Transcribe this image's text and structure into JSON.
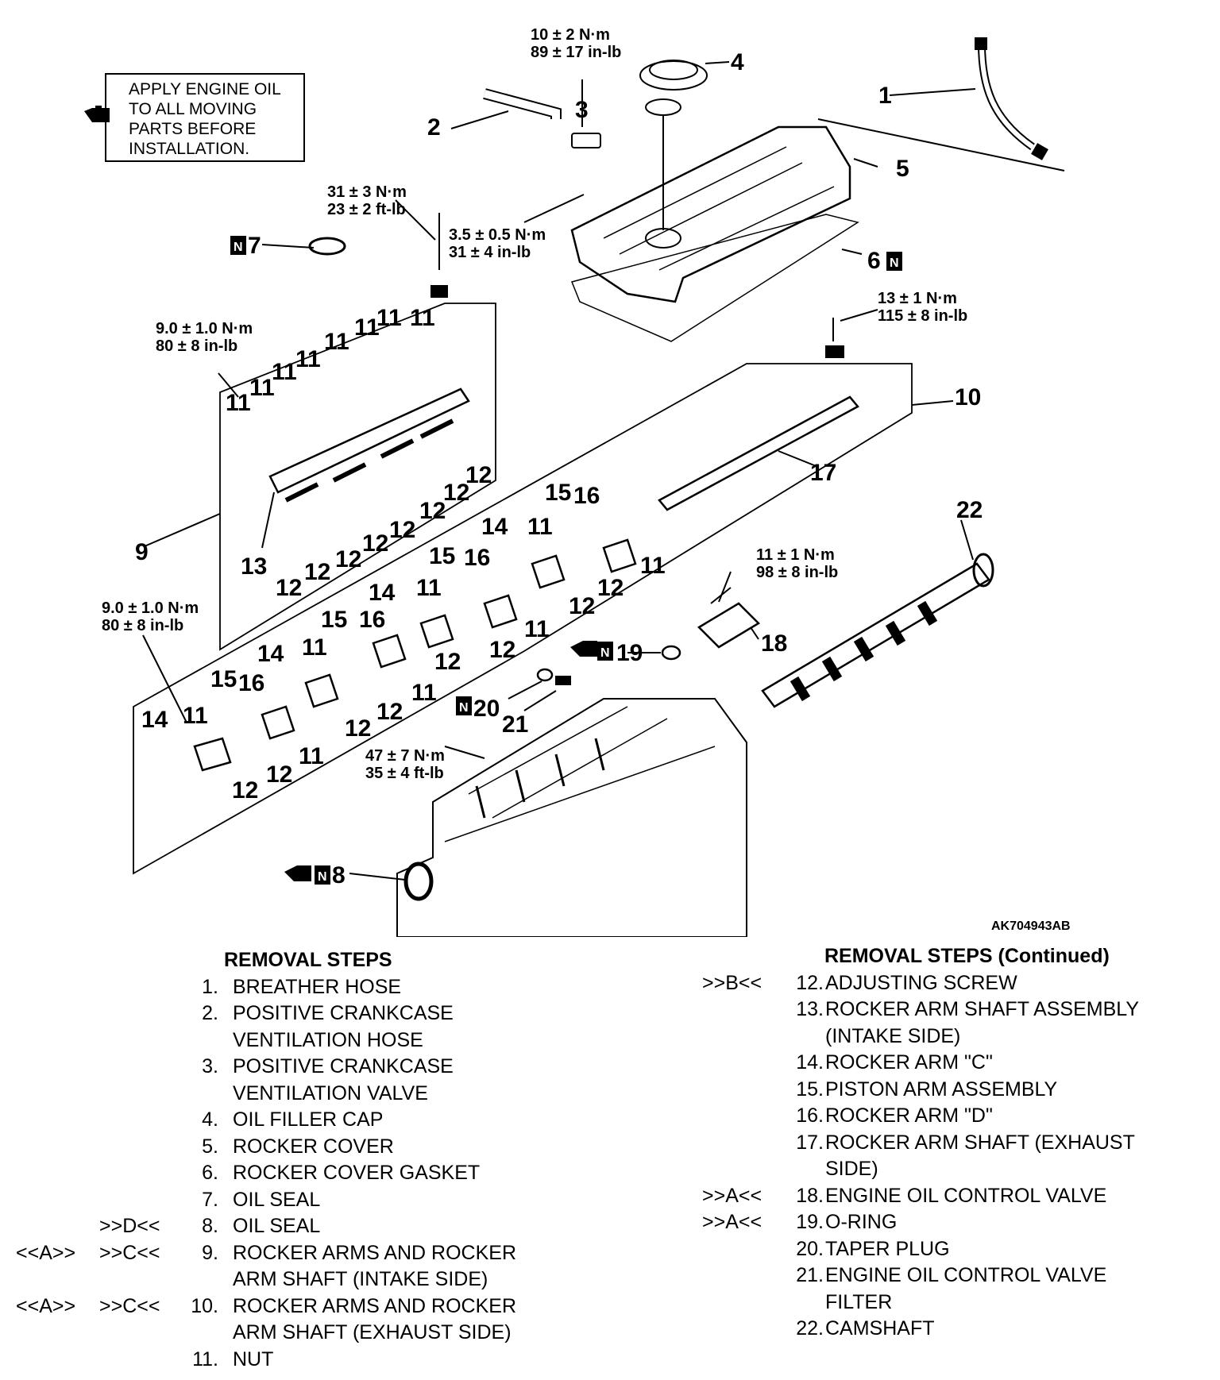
{
  "note": {
    "lines": [
      "APPLY ENGINE OIL",
      "TO ALL MOVING",
      "PARTS BEFORE",
      "INSTALLATION."
    ]
  },
  "reference_code": "AK704943AB",
  "torque_specs": {
    "t1": [
      "10 ± 2 N·m",
      "89 ± 17 in-lb"
    ],
    "t2": [
      "31 ± 3 N·m",
      "23 ± 2 ft-lb"
    ],
    "t3": [
      "3.5 ± 0.5 N·m",
      "31 ± 4 in-lb"
    ],
    "t4": [
      "13 ± 1 N·m",
      "115 ± 8 in-lb"
    ],
    "t5": [
      "9.0 ± 1.0 N·m",
      "80 ± 8 in-lb"
    ],
    "t6": [
      "9.0 ± 1.0 N·m",
      "80 ± 8 in-lb"
    ],
    "t7": [
      "11 ± 1 N·m",
      "98 ± 8 in-lb"
    ],
    "t8": [
      "47 ± 7 N·m",
      "35 ± 4 ft-lb"
    ]
  },
  "callouts": {
    "c1": "1",
    "c2": "2",
    "c3": "3",
    "c4": "4",
    "c5": "5",
    "c6": "6",
    "c7": "7",
    "c8": "8",
    "c9": "9",
    "c10": "10",
    "c13": "13",
    "c17": "17",
    "c18": "18",
    "c19": "19",
    "c20": "20",
    "c21": "21",
    "c22": "22",
    "new_part_mark": "N",
    "eleven": "11",
    "twelve": "12",
    "fourteen": "14",
    "fifteen": "15",
    "sixteen": "16"
  },
  "removal_steps": {
    "title": "REMOVAL STEPS",
    "items": [
      {
        "m1": "",
        "m2": "",
        "num": "1.",
        "text": "BREATHER HOSE"
      },
      {
        "m1": "",
        "m2": "",
        "num": "2.",
        "text": "POSITIVE CRANKCASE",
        "text2": "VENTILATION HOSE"
      },
      {
        "m1": "",
        "m2": "",
        "num": "3.",
        "text": "POSITIVE CRANKCASE",
        "text2": "VENTILATION VALVE"
      },
      {
        "m1": "",
        "m2": "",
        "num": "4.",
        "text": "OIL FILLER CAP"
      },
      {
        "m1": "",
        "m2": "",
        "num": "5.",
        "text": "ROCKER COVER"
      },
      {
        "m1": "",
        "m2": "",
        "num": "6.",
        "text": "ROCKER COVER GASKET"
      },
      {
        "m1": "",
        "m2": "",
        "num": "7.",
        "text": "OIL SEAL"
      },
      {
        "m1": "",
        "m2": ">>D<<",
        "num": "8.",
        "text": "OIL SEAL"
      },
      {
        "m1": "<<A>>",
        "m2": ">>C<<",
        "num": "9.",
        "text": "ROCKER ARMS AND ROCKER",
        "text2": "ARM SHAFT (INTAKE SIDE)"
      },
      {
        "m1": "<<A>>",
        "m2": ">>C<<",
        "num": "10.",
        "text": "ROCKER ARMS AND ROCKER",
        "text2": "ARM SHAFT (EXHAUST SIDE)"
      },
      {
        "m1": "",
        "m2": "",
        "num": "11.",
        "text": "NUT"
      }
    ]
  },
  "removal_steps_continued": {
    "title": "REMOVAL STEPS (Continued)",
    "items": [
      {
        "m": ">>B<<",
        "num": "12.",
        "text": "ADJUSTING SCREW"
      },
      {
        "m": "",
        "num": "13.",
        "text": "ROCKER ARM SHAFT ASSEMBLY",
        "text2": "(INTAKE SIDE)"
      },
      {
        "m": "",
        "num": "14.",
        "text": "ROCKER ARM \"C\""
      },
      {
        "m": "",
        "num": "15.",
        "text": "PISTON ARM ASSEMBLY"
      },
      {
        "m": "",
        "num": "16.",
        "text": "ROCKER ARM \"D\""
      },
      {
        "m": "",
        "num": "17.",
        "text": "ROCKER ARM SHAFT (EXHAUST",
        "text2": "SIDE)"
      },
      {
        "m": ">>A<<",
        "num": "18.",
        "text": "ENGINE OIL CONTROL VALVE"
      },
      {
        "m": ">>A<<",
        "num": "19.",
        "text": "O-RING"
      },
      {
        "m": "",
        "num": "20.",
        "text": "TAPER PLUG"
      },
      {
        "m": "",
        "num": "21.",
        "text": "ENGINE OIL CONTROL VALVE",
        "text2": "FILTER"
      },
      {
        "m": "",
        "num": "22.",
        "text": "CAMSHAFT"
      }
    ]
  },
  "colors": {
    "ink": "#000000",
    "paper": "#ffffff"
  }
}
